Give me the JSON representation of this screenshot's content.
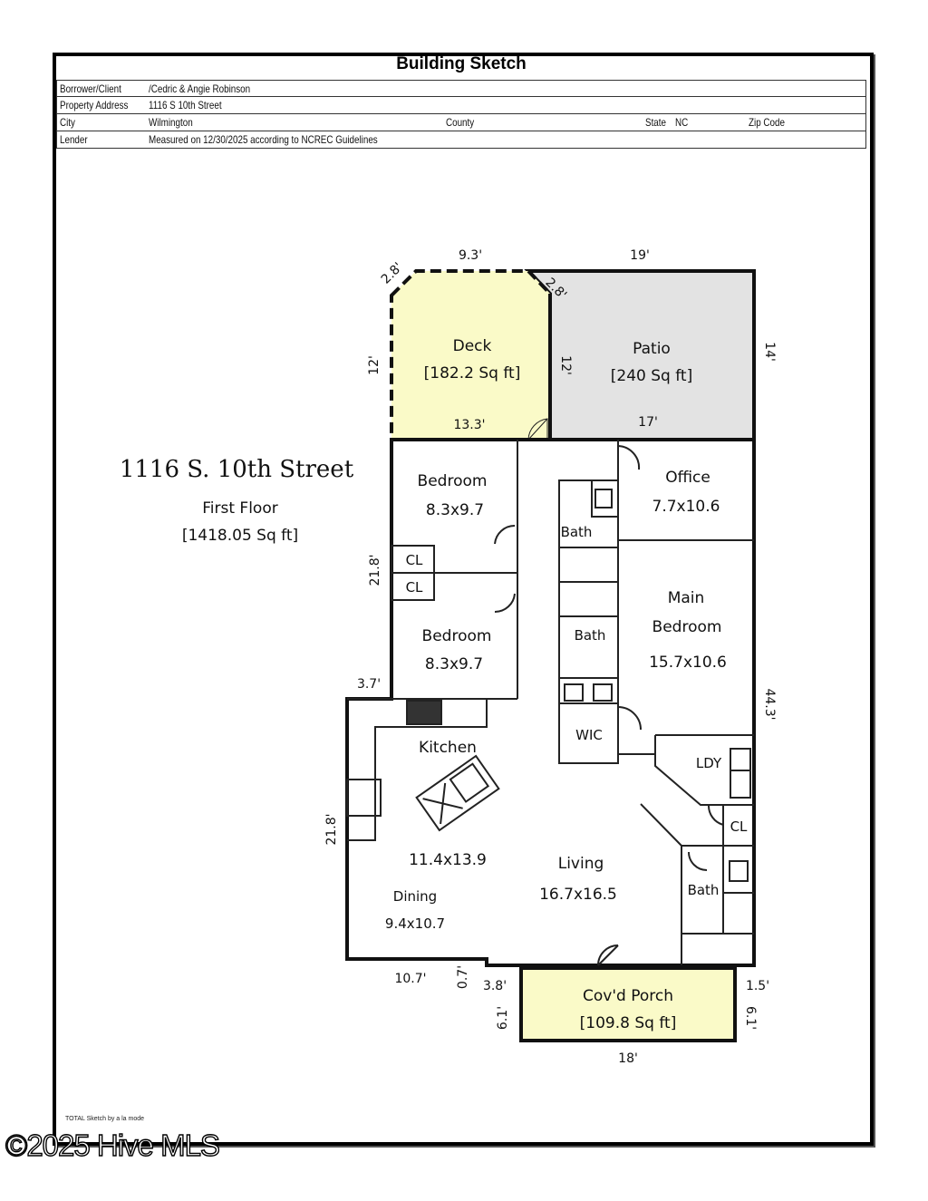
{
  "header": {
    "title": "Building Sketch",
    "borrower_label": "Borrower/Client",
    "borrower": "/Cedric & Angie Robinson",
    "address_label": "Property Address",
    "address": "1116 S 10th Street",
    "city_label": "City",
    "city": "Wilmington",
    "county_label": "County",
    "state_label": "State",
    "state": "NC",
    "zip_label": "Zip Code",
    "lender_label": "Lender",
    "lender": "Measured on 12/30/2025 according to NCREC Guidelines"
  },
  "summary": {
    "street": "1116 S. 10th Street",
    "floor": "First Floor",
    "area": "[1418.05 Sq ft]"
  },
  "areas": {
    "deck": {
      "name": "Deck",
      "area": "[182.2 Sq ft]",
      "color": "#fafac8"
    },
    "patio": {
      "name": "Patio",
      "area": "[240 Sq ft]",
      "color": "#e3e3e3"
    },
    "porch": {
      "name": "Cov'd Porch",
      "area": "[109.8 Sq ft]",
      "color": "#fafac8"
    }
  },
  "rooms": {
    "bedroom1": {
      "name": "Bedroom",
      "size": "8.3x9.7"
    },
    "bedroom2": {
      "name": "Bedroom",
      "size": "8.3x9.7"
    },
    "office": {
      "name": "Office",
      "size": "7.7x10.6"
    },
    "main_bedroom": {
      "name1": "Main",
      "name2": "Bedroom",
      "size": "15.7x10.6"
    },
    "kitchen": {
      "name": "Kitchen",
      "size": "11.4x13.9"
    },
    "dining": {
      "name": "Dining",
      "size": "9.4x10.7"
    },
    "living": {
      "name": "Living",
      "size": "16.7x16.5"
    },
    "bath1": "Bath",
    "bath2": "Bath",
    "bath3": "Bath",
    "cl1": "CL",
    "cl2": "CL",
    "cl3": "CL",
    "wic": "WIC",
    "ldy": "LDY"
  },
  "dimensions": {
    "d_2_8a": "2.8'",
    "d_9_3": "9.3'",
    "d_19": "19'",
    "d_2_8b": "2.8'",
    "d_12a": "12'",
    "d_12b": "12'",
    "d_14": "14'",
    "d_13_3": "13.3'",
    "d_17": "17'",
    "d_21_8a": "21.8'",
    "d_3_7": "3.7'",
    "d_44_3": "44.3'",
    "d_21_8b": "21.8'",
    "d_10_7": "10.7'",
    "d_0_7": "0.7'",
    "d_3_8": "3.8'",
    "d_1_5": "1.5'",
    "d_6_1a": "6.1'",
    "d_6_1b": "6.1'",
    "d_18": "18'"
  },
  "footer": {
    "credit": "TOTAL Sketch by a la mode",
    "watermark": "©2025 Hive MLS"
  }
}
